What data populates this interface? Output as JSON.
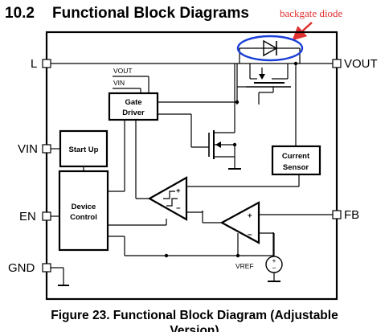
{
  "heading": {
    "number": "10.2",
    "title": "Functional Block Diagrams"
  },
  "annotation": {
    "text": "backgate diode",
    "color": "#e03030",
    "circle_color": "#1a3fd6"
  },
  "pins": {
    "l": "L",
    "vout": "VOUT",
    "vin": "VIN",
    "en": "EN",
    "gnd": "GND",
    "fb": "FB"
  },
  "blocks": {
    "gate_driver": {
      "line1": "Gate",
      "line2": "Driver",
      "input_vout": "VOUT",
      "input_vin": "VIN"
    },
    "start_up": "Start Up",
    "device_control": {
      "line1": "Device",
      "line2": "Control"
    },
    "current_sensor": {
      "line1": "Current",
      "line2": "Sensor"
    }
  },
  "reference": {
    "label": "VREF"
  },
  "caption": {
    "line1": "Figure 23. Functional Block Diagram (Adjustable",
    "line2": "Version)"
  }
}
